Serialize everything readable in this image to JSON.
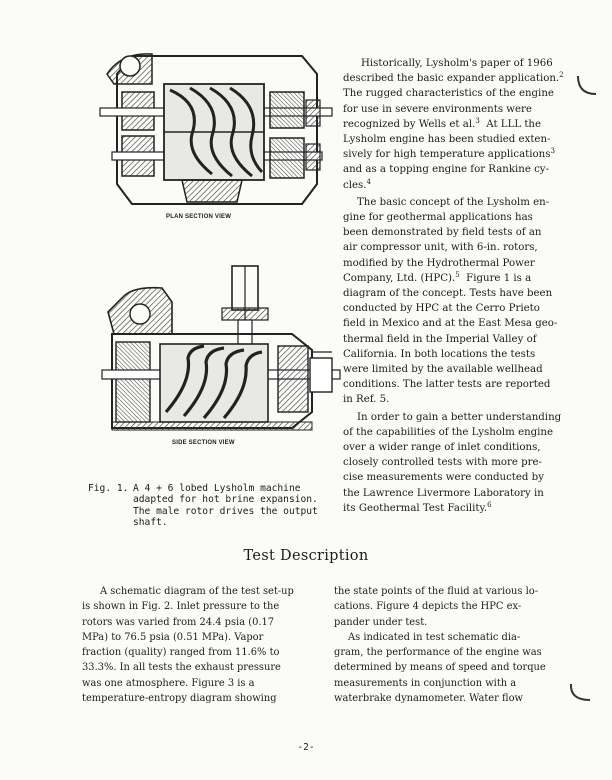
{
  "figure": {
    "plan_label": "PLAN SECTION VIEW",
    "side_label": "SIDE SECTION VIEW",
    "caption_number": "Fig. 1.",
    "caption_lines": [
      "A 4 + 6 lobed Lysholm machine",
      "adapted for hot brine expansion.",
      "The male rotor drives the output",
      "shaft."
    ]
  },
  "right_column": {
    "para1": [
      "Historically, Lysholm's paper of 1966",
      "described the basic expander application.",
      "The rugged characteristics of the engine",
      "for use in severe environments were",
      "recognized by Wells et al.",
      "At LLL the",
      "Lysholm engine has been studied exten-",
      "sively for high temperature applications",
      "and as a topping engine for Rankine cy-",
      "cles."
    ],
    "para1_refs": [
      "2",
      "3",
      "3",
      "4"
    ],
    "para2": [
      "The basic concept of the Lysholm en-",
      "gine for geothermal applications has",
      "been demonstrated by field tests of an",
      "air compressor unit, with 6-in. rotors,",
      "modified by the Hydrothermal Power",
      "Company, Ltd. (HPC).",
      "Figure 1 is a",
      "diagram of the concept.  Tests have been",
      "conducted by HPC at the Cerro Prieto",
      "field in Mexico and at the East Mesa geo-",
      "thermal field in the Imperial Valley of",
      "California.  In both locations the tests",
      "were limited by the available wellhead",
      "conditions.  The latter tests are reported",
      "in Ref. 5."
    ],
    "para2_ref": "5",
    "para3": [
      "In order to gain a better understanding",
      "of the capabilities of the Lysholm engine",
      "over a wider range of inlet conditions,",
      "closely controlled tests with more pre-",
      "cise measurements were conducted by",
      "the Lawrence Livermore Laboratory in",
      "its Geothermal Test Facility."
    ],
    "para3_ref": "6"
  },
  "section_heading": "Test Description",
  "bottom_left": [
    "A schematic diagram of the test set-up",
    "is shown in Fig. 2.  Inlet pressure to the",
    "rotors was varied from 24.4 psia (0.17",
    "MPa) to 76.5 psia (0.51 MPa).  Vapor",
    "fraction (quality) ranged from 11.6% to",
    "33.3%.  In all tests the exhaust pressure",
    "was one atmosphere.  Figure 3 is a",
    "temperature-entropy diagram showing"
  ],
  "bottom_right": [
    "the state points of the fluid at various lo-",
    "cations.  Figure 4 depicts the HPC ex-",
    "pander under test.",
    "As indicated in test schematic dia-",
    "gram, the performance of the engine was",
    "determined by means of speed and torque",
    "measurements in conjunction with a",
    "waterbrake dynamometer.  Water flow"
  ],
  "page_number": "-2-"
}
